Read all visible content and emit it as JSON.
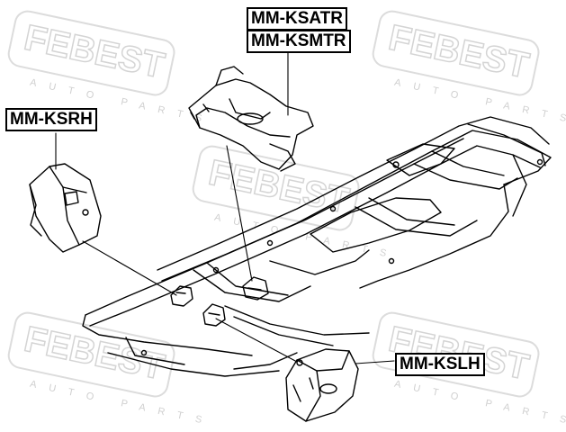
{
  "watermark": {
    "brand": "FEBEST",
    "tagline": "AUTO PARTS",
    "color": "#d9d9d9"
  },
  "callouts": {
    "satr": "MM-KSATR",
    "smtr": "MM-KSMTR",
    "srh": "MM-KSRH",
    "slh": "MM-KSLH"
  },
  "colors": {
    "line": "#000000",
    "background": "#ffffff"
  }
}
